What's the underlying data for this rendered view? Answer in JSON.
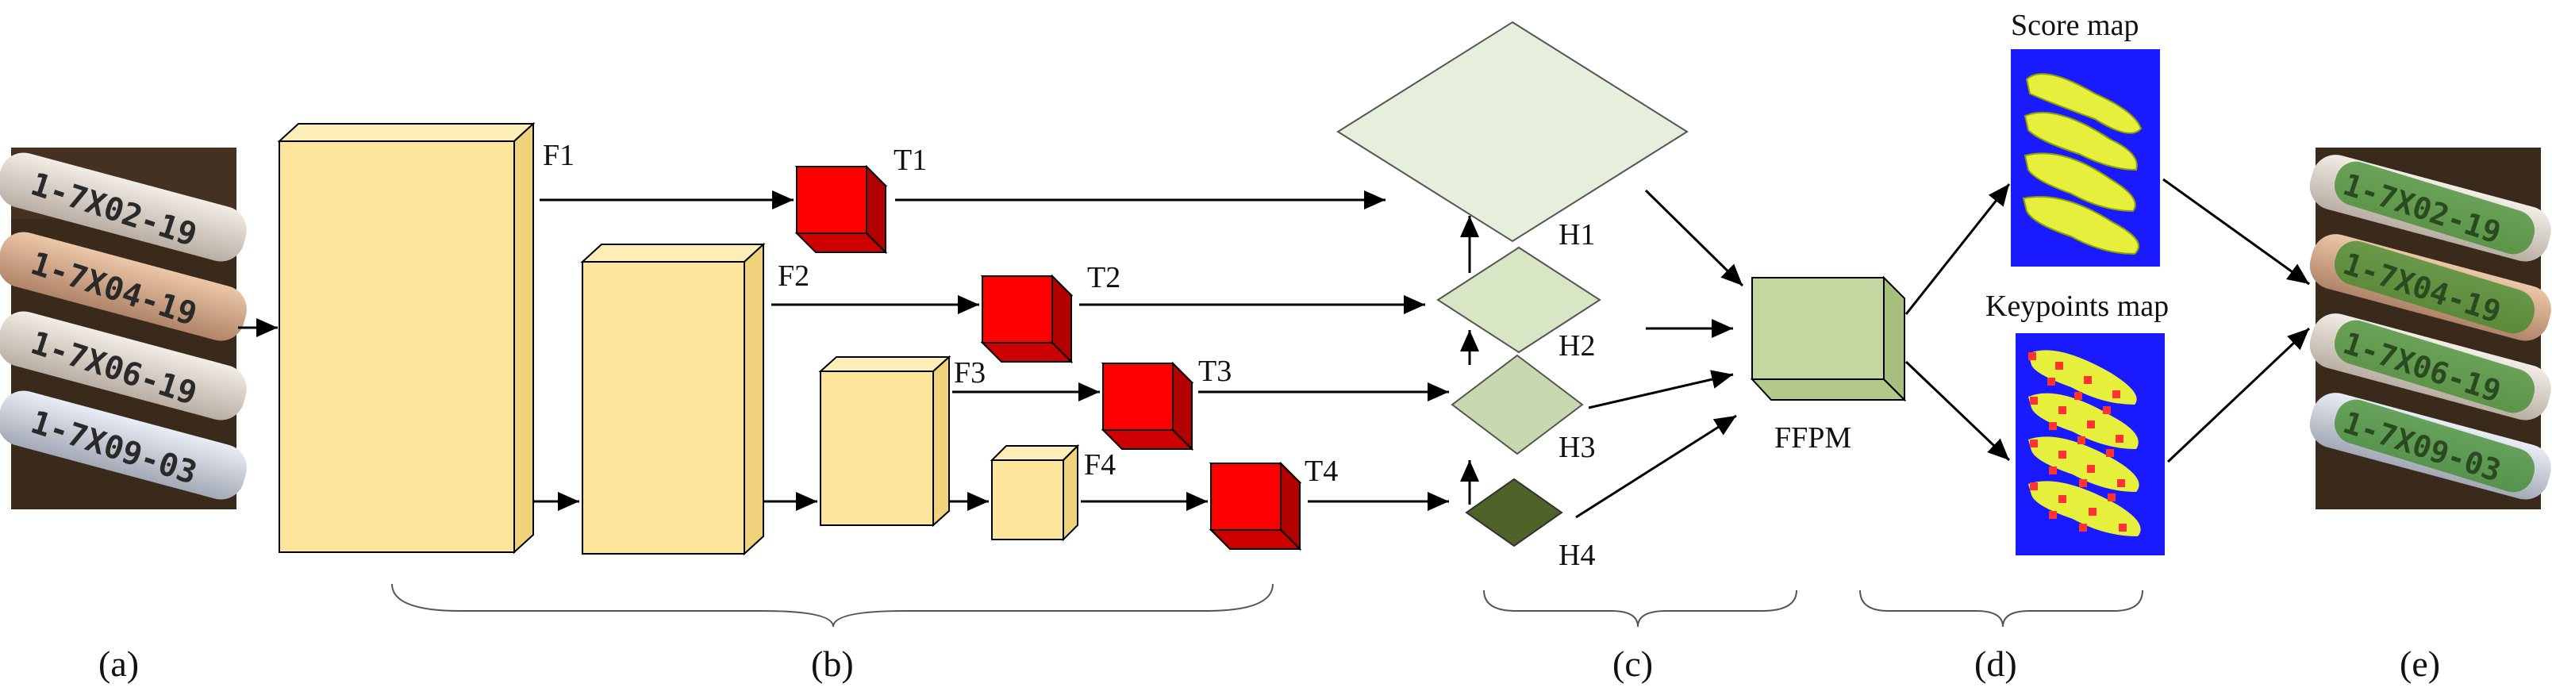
{
  "features": {
    "f1": "F1",
    "f2": "F2",
    "f3": "F3",
    "f4": "F4"
  },
  "transforms": {
    "t1": "T1",
    "t2": "T2",
    "t3": "T3",
    "t4": "T4"
  },
  "heads": {
    "h1": "H1",
    "h2": "H2",
    "h3": "H3",
    "h4": "H4"
  },
  "fusion": {
    "label": "FFPM"
  },
  "maps": {
    "score": "Score map",
    "keypoints": "Keypoints map"
  },
  "captions": {
    "a": "(a)",
    "b": "(b)",
    "c": "(c)",
    "d": "(d)",
    "e": "(e)"
  },
  "photo_labels": [
    "1-7X02-19",
    "1-7X04-19",
    "1-7X06-19",
    "1-7X09-03"
  ],
  "colors": {
    "feature_box": "#fde59b",
    "transform_cube": "#ff0000",
    "head_light": "#e6efdb",
    "head_mid": "#c8d9b0",
    "head_dark": "#4f6228",
    "fusion_box": "#c4d7a0",
    "map_background": "#1a1aff",
    "map_text": "#e6f03c",
    "keypoint": "#ff3333"
  }
}
